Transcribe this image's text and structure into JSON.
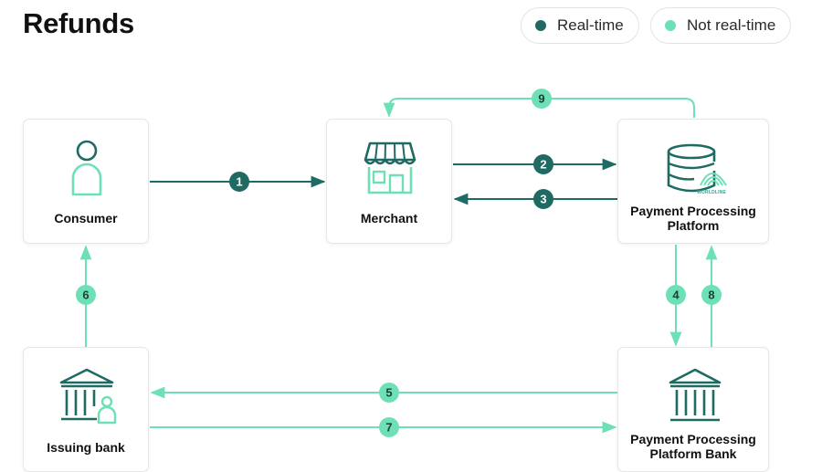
{
  "title": "Refunds",
  "legend": {
    "realtime": {
      "label": "Real-time",
      "color": "#1f6b63"
    },
    "not_realtime": {
      "label": "Not real-time",
      "color": "#6ee0b6"
    }
  },
  "nodes": {
    "consumer": {
      "label": "Consumer",
      "icon": "person-icon"
    },
    "merchant": {
      "label": "Merchant",
      "icon": "storefront-icon"
    },
    "platform": {
      "label_line1": "Payment Processing",
      "label_line2": "Platform",
      "icon": "database-icon",
      "logo_text": "WORLDLINE"
    },
    "issuing_bank": {
      "label": "Issuing bank",
      "icon": "bank-user-icon"
    },
    "platform_bank": {
      "label_line1": "Payment Processing",
      "label_line2": "Platform Bank",
      "icon": "bank-icon"
    }
  },
  "steps": [
    {
      "num": "1",
      "kind": "realtime"
    },
    {
      "num": "2",
      "kind": "realtime"
    },
    {
      "num": "3",
      "kind": "realtime"
    },
    {
      "num": "4",
      "kind": "not_realtime"
    },
    {
      "num": "5",
      "kind": "not_realtime"
    },
    {
      "num": "6",
      "kind": "not_realtime"
    },
    {
      "num": "7",
      "kind": "not_realtime"
    },
    {
      "num": "8",
      "kind": "not_realtime"
    },
    {
      "num": "9",
      "kind": "not_realtime"
    }
  ]
}
